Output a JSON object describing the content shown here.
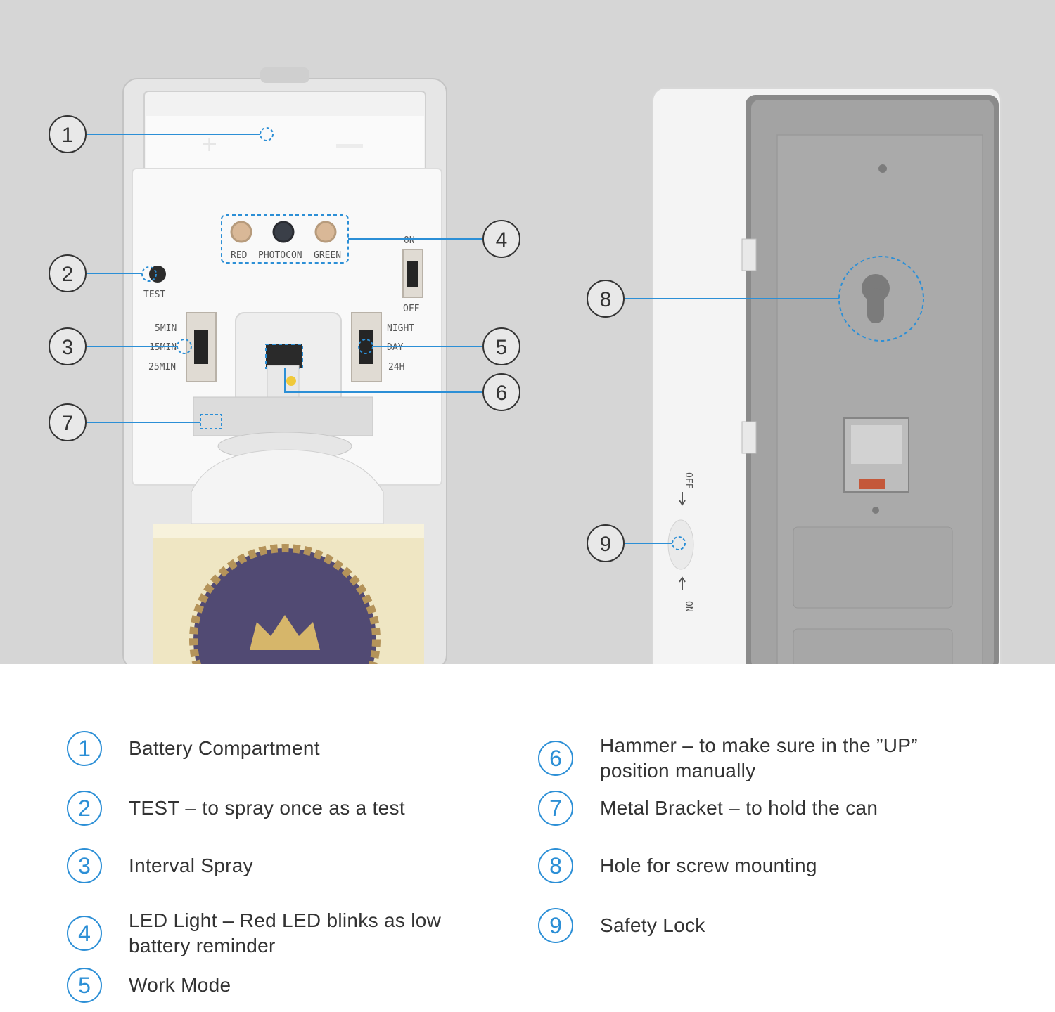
{
  "device_labels": {
    "red": "RED",
    "photocon": "PHOTOCON",
    "green": "GREEN",
    "test": "TEST",
    "on": "ON",
    "off": "OFF",
    "min5": "5MIN",
    "min15": "15MIN",
    "min25": "25MIN",
    "night": "NIGHT",
    "day": "DAY",
    "h24": "24H",
    "side_off": "OFF",
    "side_on": "ON"
  },
  "callouts": [
    "1",
    "2",
    "3",
    "4",
    "5",
    "6",
    "7",
    "8",
    "9"
  ],
  "legend": [
    {
      "num": "1",
      "text": "Battery Compartment"
    },
    {
      "num": "2",
      "text": "TEST – to spray once as a test"
    },
    {
      "num": "3",
      "text": "Interval Spray"
    },
    {
      "num": "4",
      "text": "LED Light – Red LED blinks as low battery reminder"
    },
    {
      "num": "5",
      "text": "Work Mode"
    },
    {
      "num": "6",
      "text": "Hammer – to make sure in the ”UP” position manually"
    },
    {
      "num": "7",
      "text": "Metal Bracket – to hold the can"
    },
    {
      "num": "8",
      "text": "Hole for screw mounting"
    },
    {
      "num": "9",
      "text": "Safety Lock"
    }
  ],
  "colors": {
    "accent": "#2c8fd6",
    "photo_bg": "#d6d6d6",
    "text": "#333333"
  }
}
